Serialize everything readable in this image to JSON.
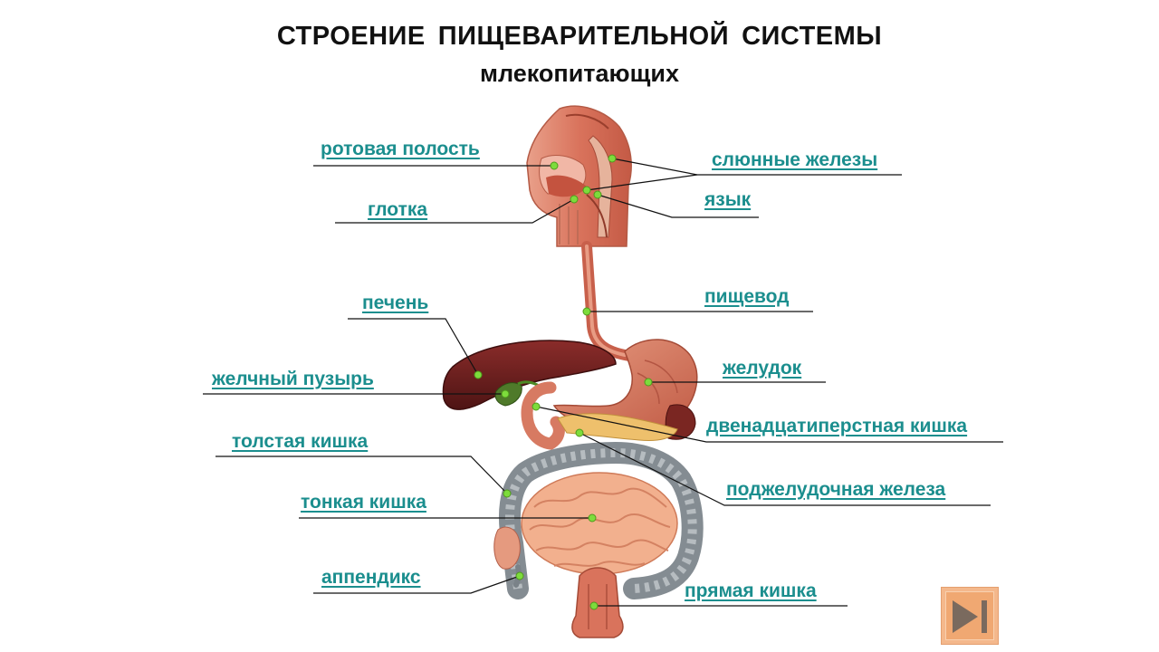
{
  "title_words": [
    "СТРОЕНИЕ",
    "ПИЩЕВАРИТЕЛЬНОЙ",
    "СИСТЕМЫ"
  ],
  "subtitle": "млекопитающих",
  "labels": {
    "mouth": "ротовая полость",
    "pharynx": "глотка",
    "salivary": "слюнные железы",
    "tongue": "язык",
    "esophagus": "пищевод",
    "liver": "печень",
    "stomach": "желудок",
    "gallbladder": "желчный пузырь",
    "duodenum": "двенадцатиперстная кишка",
    "colon": "толстая кишка",
    "pancreas": "поджелудочная железа",
    "small_intestine": "тонкая кишка",
    "appendix": "аппендикс",
    "rectum": "прямая кишка"
  },
  "colors": {
    "label_text": "#1b8e8e",
    "marker": "#7ddc3c",
    "tissue": "#d9806a",
    "liver": "#6e1f1f",
    "intestine_small": "#f2b08e",
    "intestine_large": "#8a9096",
    "nav_button": "#f0a872"
  },
  "nav_button_icon": "play-next-icon"
}
